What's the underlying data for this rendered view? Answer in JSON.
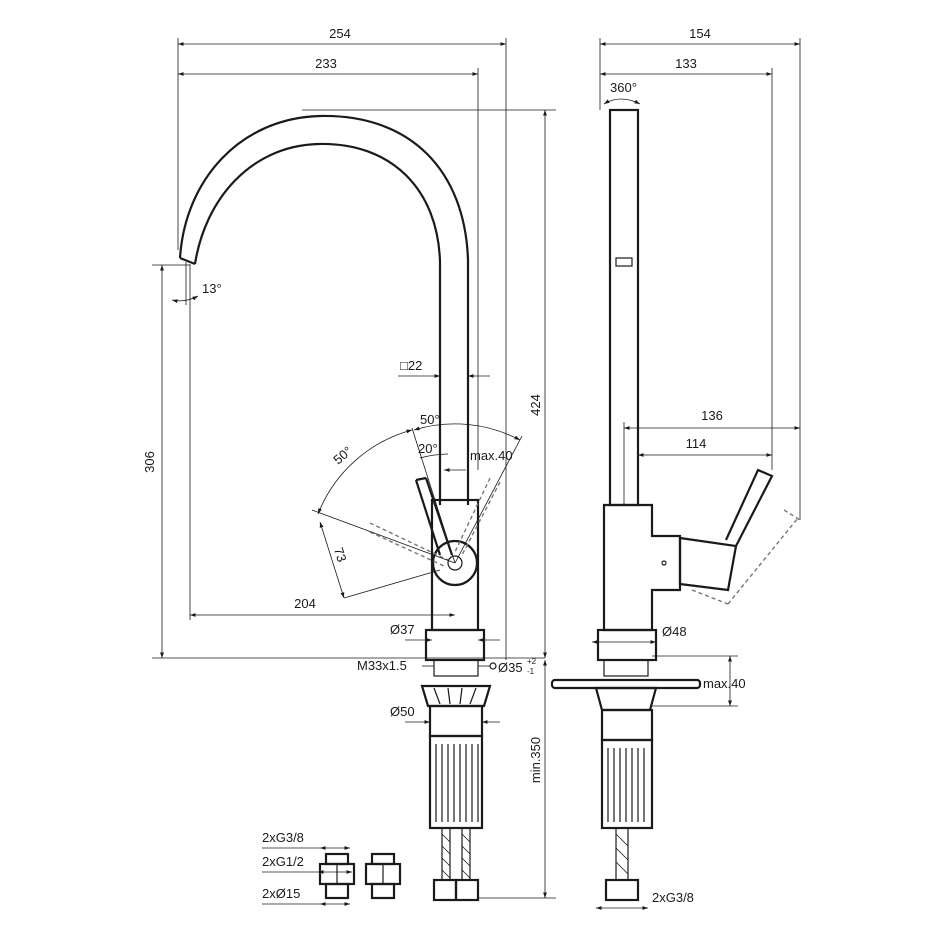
{
  "front_view": {
    "dim_width_total": "254",
    "dim_width_spout": "233",
    "dim_height_total": "424",
    "dim_spout_height": "306",
    "dim_spout_angle": "13°",
    "dim_square": "□22",
    "dim_lever_swing_left": "50°",
    "dim_lever_swing_top": "50°",
    "dim_lever_angle": "20°",
    "dim_lever_max": "max.40",
    "dim_lever_length": "73",
    "dim_reach": "204",
    "dim_base_dia": "Ø37",
    "dim_thread": "M33x1.5",
    "dim_hole_dia": "Ø35",
    "dim_hole_tol_plus": "+2",
    "dim_hole_tol_minus": "-1",
    "dim_washer_dia": "Ø50",
    "dim_hose_length": "min.350"
  },
  "side_view": {
    "dim_depth_total": "154",
    "dim_depth_spout": "133",
    "dim_rotation": "360°",
    "dim_lever_depth": "136",
    "dim_lever_body": "114",
    "dim_base_dia": "Ø48",
    "dim_deck_max": "max.40",
    "dim_hose_thread": "2xG3/8"
  },
  "connectors": {
    "label_g38": "2xG3/8",
    "label_g12": "2xG1/2",
    "label_d15": "2xØ15"
  }
}
